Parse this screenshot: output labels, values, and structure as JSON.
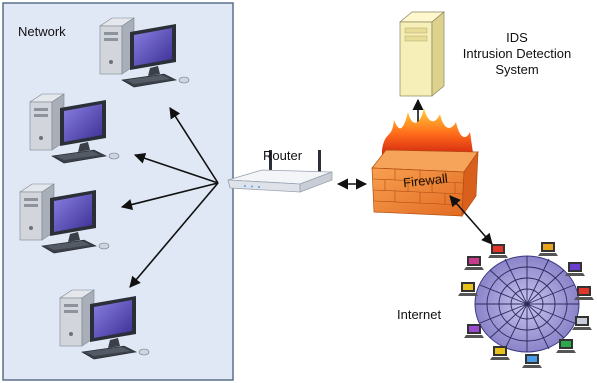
{
  "network": {
    "label": "Network",
    "computer_count": 4
  },
  "router": {
    "label": "Router"
  },
  "ids": {
    "line1": "IDS",
    "line2": "Intrusion Detection",
    "line3": "System"
  },
  "firewall": {
    "label": "Firewall"
  },
  "internet": {
    "label": "Internet"
  },
  "colors": {
    "network_panel": "#dfe8f4",
    "network_border": "#5a6f8c",
    "monitor_screen": "#5a4fb6",
    "case": "#cfd3d9",
    "firewall_brick": "#f08a3c",
    "flame": "#e8301c",
    "ids_server": "#f7efb8",
    "arrow": "#111111"
  },
  "icons": [
    "desktop-computer-icon",
    "router-icon",
    "firewall-icon",
    "server-icon",
    "globe-network-icon"
  ]
}
